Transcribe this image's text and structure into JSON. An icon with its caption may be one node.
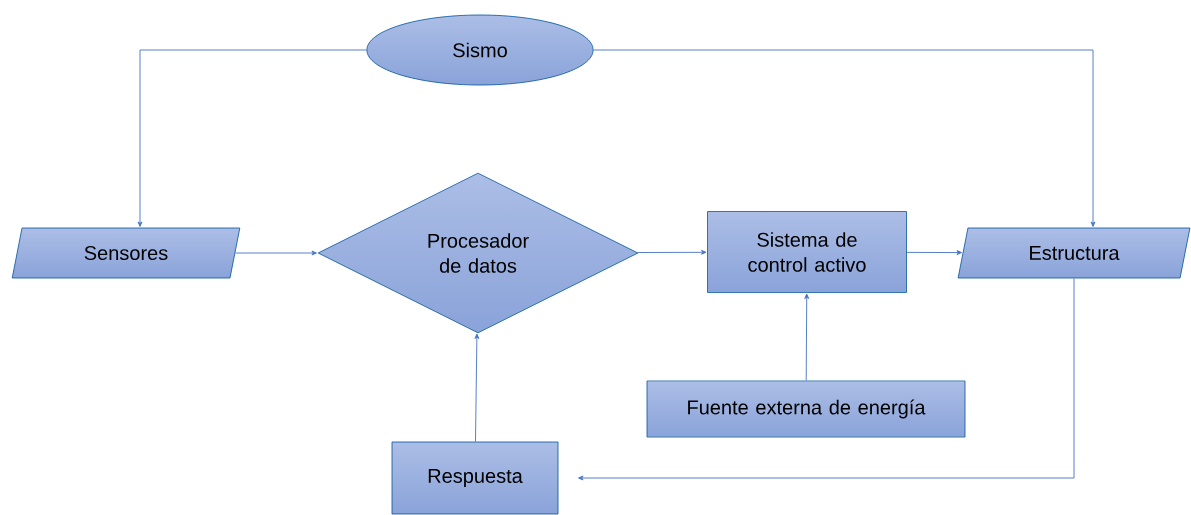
{
  "diagram": {
    "nodes": [
      {
        "text": [
          "Sismo"
        ]
      },
      {
        "text": [
          "Sensores"
        ]
      },
      {
        "text": [
          "Procesador de datos"
        ]
      },
      {
        "text": [
          "Sistema de control activo"
        ]
      },
      {
        "text": [
          "Estructura"
        ]
      },
      {
        "text": [
          "Fuente externa de energía"
        ]
      },
      {
        "text": [
          "Respuesta"
        ]
      }
    ],
    "edges": [
      {
        "from": 0,
        "to": 1,
        "arrow": "to"
      },
      {
        "from": 0,
        "to": 4,
        "arrow": "to"
      },
      {
        "from": 1,
        "to": 2,
        "arrow": "to"
      },
      {
        "from": 2,
        "to": 3,
        "arrow": "to"
      },
      {
        "from": 3,
        "to": 4,
        "arrow": "to"
      },
      {
        "from": 5,
        "to": 3,
        "arrow": "to"
      },
      {
        "from": 6,
        "to": 2,
        "arrow": "to"
      },
      {
        "from": 4,
        "to": 6,
        "arrow": "to"
      }
    ]
  }
}
